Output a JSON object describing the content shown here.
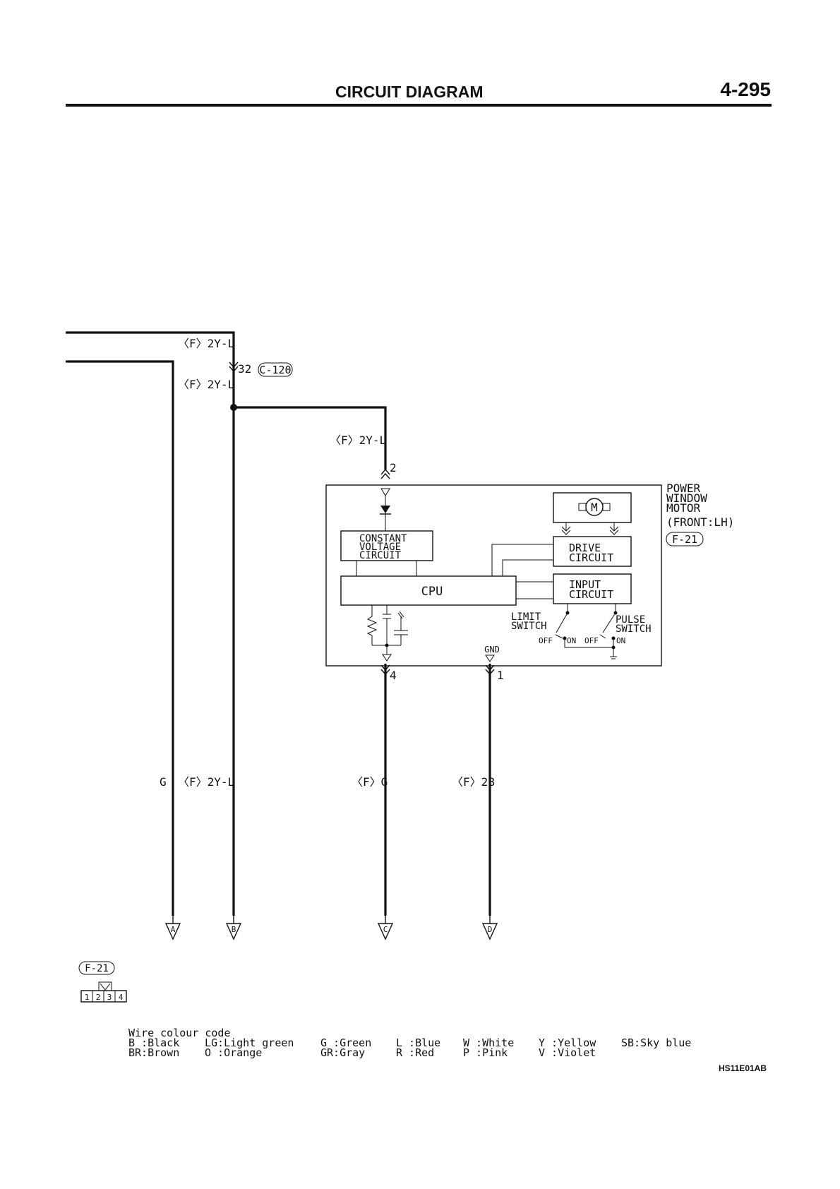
{
  "header": {
    "title": "CIRCUIT DIAGRAM",
    "page_number": "4-295"
  },
  "wires": {
    "label_top_1": "〈F〉2Y-L",
    "label_top_2": "〈F〉2Y-L",
    "label_branch": "〈F〉2Y-L",
    "pin_32": "32",
    "connector_c120": "C-120",
    "pin_2": "2",
    "pin_4": "4",
    "pin_1": "1",
    "label_g": "G",
    "label_b_lower": "〈F〉2Y-L",
    "label_c_lower": "〈F〉G",
    "label_d_lower": "〈F〉2B"
  },
  "motor_unit": {
    "title_lines": [
      "POWER",
      "WINDOW",
      "MOTOR",
      "(FRONT:LH)"
    ],
    "connector": "F-21",
    "motor_symbol": "M",
    "constant_voltage_lines": [
      "CONSTANT",
      "VOLTAGE",
      "CIRCUIT"
    ],
    "cpu": "CPU",
    "drive_lines": [
      "DRIVE",
      "CIRCUIT"
    ],
    "input_lines": [
      "INPUT",
      "CIRCUIT"
    ],
    "limit_switch_lines": [
      "LIMIT",
      "SWITCH"
    ],
    "pulse_switch_lines": [
      "PULSE",
      "SWITCH"
    ],
    "off_1": "OFF",
    "on_1": "ON",
    "off_2": "OFF",
    "on_2": "ON",
    "gnd": "GND"
  },
  "terminals": [
    "A",
    "B",
    "C",
    "D"
  ],
  "connector_view": {
    "label": "F-21",
    "pins": [
      "1",
      "2",
      "3",
      "4"
    ]
  },
  "legend": {
    "title": "Wire colour code",
    "rows": [
      [
        "B :Black",
        "LG:Light green",
        "G :Green",
        "L :Blue",
        "W :White",
        "Y :Yellow",
        "SB:Sky blue"
      ],
      [
        "BR:Brown",
        "O :Orange",
        "GR:Gray",
        "R :Red",
        "P :Pink",
        "V :Violet"
      ]
    ]
  },
  "figure_code": "HS11E01AB"
}
